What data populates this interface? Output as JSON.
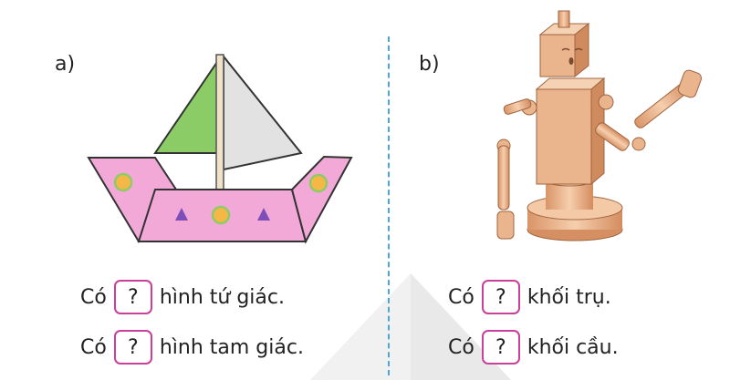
{
  "part_a": {
    "label": "a)",
    "lines": [
      {
        "prefix": "Có",
        "box": "?",
        "suffix": "hình tứ giác."
      },
      {
        "prefix": "Có",
        "box": "?",
        "suffix": "hình tam giác."
      }
    ]
  },
  "part_b": {
    "label": "b)",
    "lines": [
      {
        "prefix": "Có",
        "box": "?",
        "suffix": "khối trụ."
      },
      {
        "prefix": "Có",
        "box": "?",
        "suffix": "khối cầu."
      }
    ]
  },
  "colors": {
    "accent_box": "#c8409a",
    "divider": "#4aa8d8",
    "boat_pink": "#f2a9d7",
    "sail_green": "#8ccc66",
    "wood": "#eab48c"
  }
}
